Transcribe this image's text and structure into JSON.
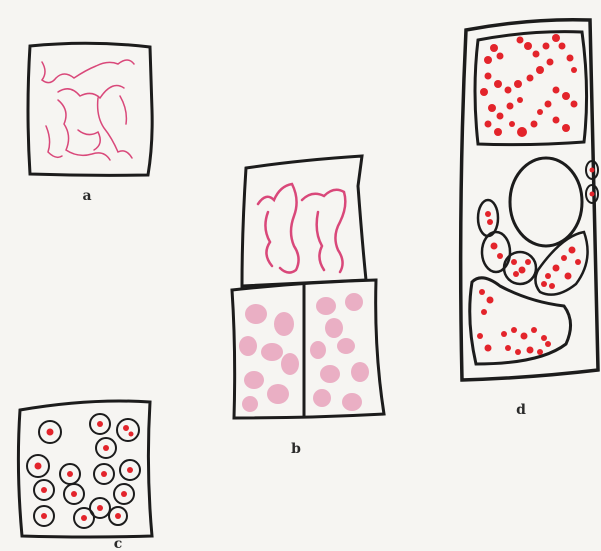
{
  "figure": {
    "labels": {
      "a": "a",
      "b": "b",
      "c": "c",
      "d": "d"
    }
  },
  "colors": {
    "outline": "#1c1c1c",
    "pink_strand": "#d9487a",
    "pale_pink": "#e9a3bd",
    "red": "#e3242b",
    "paper": "#f6f5f2"
  }
}
